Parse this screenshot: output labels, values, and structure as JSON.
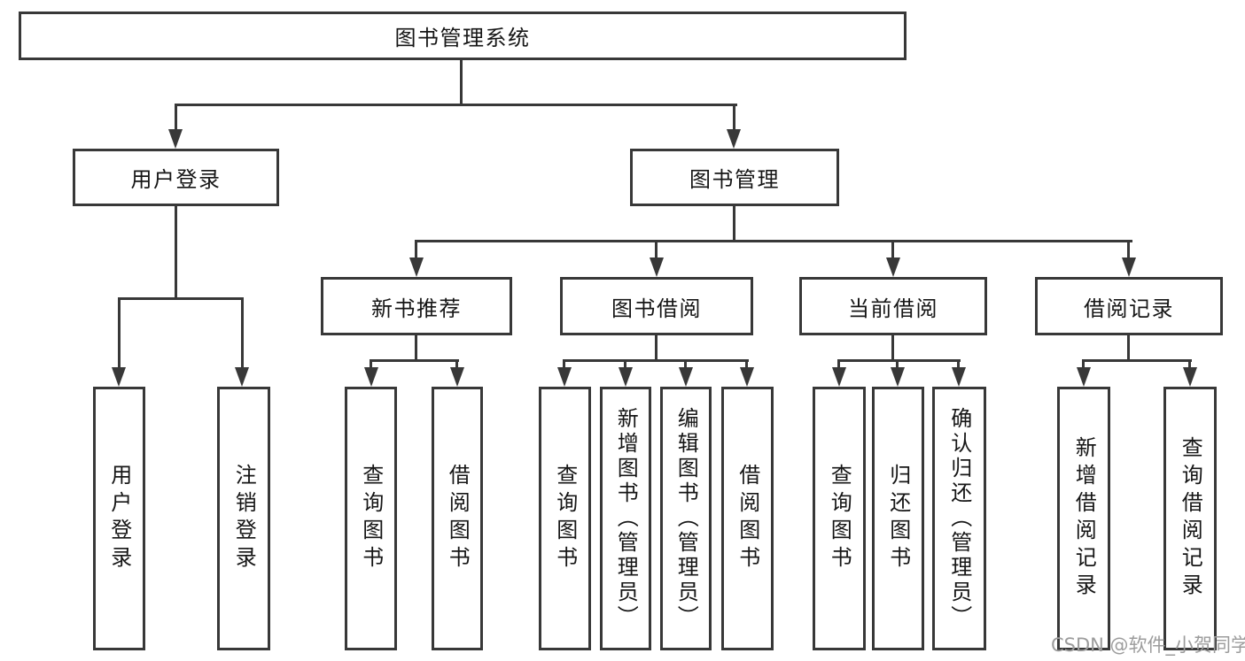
{
  "root": {
    "label": "图书管理系统"
  },
  "branches": [
    {
      "label": "用户登录",
      "children": [
        {
          "label": "用户登录"
        },
        {
          "label": "注销登录"
        }
      ]
    },
    {
      "label": "图书管理",
      "sections": [
        {
          "label": "新书推荐",
          "children": [
            {
              "label": "查询图书"
            },
            {
              "label": "借阅图书"
            }
          ]
        },
        {
          "label": "图书借阅",
          "children": [
            {
              "label": "查询图书"
            },
            {
              "label": "新增图书（管理员）"
            },
            {
              "label": "编辑图书（管理员）"
            },
            {
              "label": "借阅图书"
            }
          ]
        },
        {
          "label": "当前借阅",
          "children": [
            {
              "label": "查询图书"
            },
            {
              "label": "归还图书"
            },
            {
              "label": "确认归还（管理员）"
            }
          ]
        },
        {
          "label": "借阅记录",
          "children": [
            {
              "label": "新增借阅记录"
            },
            {
              "label": "查询借阅记录"
            }
          ]
        }
      ]
    }
  ],
  "watermark": {
    "text": "CSDN @软件_小贺同学"
  },
  "colors": {
    "line": "#383838",
    "text": "#161616",
    "watermark": "#9c9c9c",
    "background": "#ffffff"
  }
}
